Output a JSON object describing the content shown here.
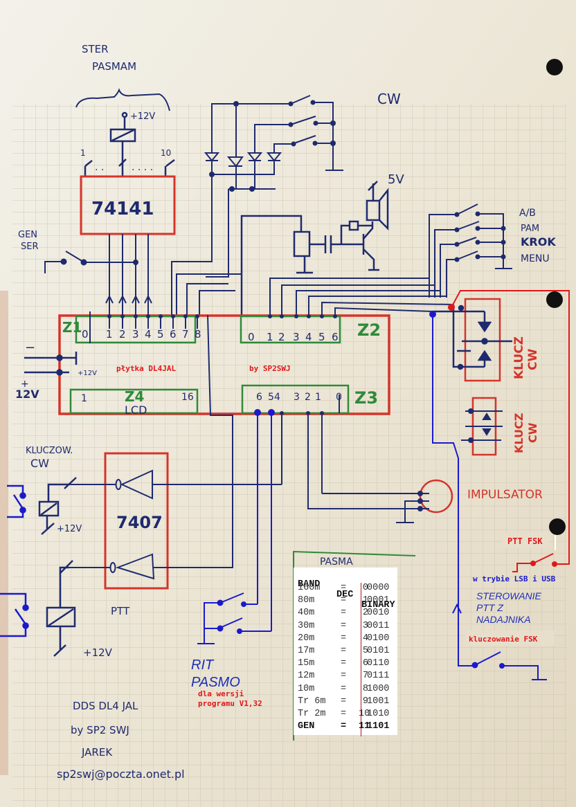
{
  "title": "DDS DL4JAL schematic",
  "handwritten": {
    "ster_pasmam": [
      "STER",
      "PASMAM"
    ],
    "cw_top": "CW",
    "plus12v_relay": "+12V",
    "pin_1": "1",
    "pin_10": "10",
    "ic_74141": "74141",
    "gen_ser": [
      "GEN",
      "SER"
    ],
    "five_volt": "5V",
    "switch_labels": [
      "A/B",
      "PAM",
      "KROK",
      "MENU"
    ],
    "connector_z1": "Z1",
    "connector_z2": "Z2",
    "connector_z3": "Z3",
    "connector_z4": "Z4",
    "lcd": "LCD",
    "z1_pins": [
      "0",
      "1",
      "2",
      "3",
      "4",
      "5",
      "6",
      "7",
      "8"
    ],
    "z2_pins": [
      "0",
      "1",
      "2",
      "3",
      "4",
      "5",
      "6"
    ],
    "z3_pins": [
      "6",
      "5",
      "4",
      "3",
      "2",
      "1",
      "0"
    ],
    "z4_pins": [
      "1",
      "16"
    ],
    "minus": "−",
    "plus12v_supply_a": "+12V",
    "plus": "+",
    "twelve_v": "12V",
    "klucz_cw_1": [
      "KLUCZ",
      "CW"
    ],
    "klucz_cw_2": [
      "KLUCZ",
      "CW"
    ],
    "kluczow_cw": [
      "KLUCZOW.",
      "CW"
    ],
    "ic_7407": "7407",
    "plus12v_cw": "+12V",
    "ptt": "PTT",
    "plus12v_ptt": "+12V",
    "impulsator": "IMPULSATOR",
    "pasma": "PASMA",
    "footer": [
      "DDS  DL4 JAL",
      "by SP2 SWJ",
      "JAREK",
      "sp2swj@poczta.onet.pl"
    ]
  },
  "annotations": {
    "plytka": "płytka DL4JAL",
    "by": "by SP2SWJ",
    "ptt_fsk": "PTT FSK",
    "lsb_usb": "w trybie LSB i USB",
    "sterowanie": [
      "STEROWANIE",
      "PTT Z",
      "NADAJNIKA"
    ],
    "kluczowanie_fsk": "kluczowanie FSK",
    "rit": "RIT",
    "pasmo": "PASMO",
    "version": [
      "dla wersji",
      "programu V1,32"
    ]
  },
  "band_table": {
    "headers": [
      "BAND",
      "DEC",
      "BINARY"
    ],
    "rows": [
      {
        "band": "160m",
        "eq": "=",
        "dec": "0",
        "bin": "0000"
      },
      {
        "band": "80m",
        "eq": "=",
        "dec": "1",
        "bin": "0001"
      },
      {
        "band": "40m",
        "eq": "=",
        "dec": "2",
        "bin": "0010"
      },
      {
        "band": "30m",
        "eq": "=",
        "dec": "3",
        "bin": "0011"
      },
      {
        "band": "20m",
        "eq": "=",
        "dec": "4",
        "bin": "0100"
      },
      {
        "band": "17m",
        "eq": "=",
        "dec": "5",
        "bin": "0101"
      },
      {
        "band": "15m",
        "eq": "=",
        "dec": "6",
        "bin": "0110"
      },
      {
        "band": "12m",
        "eq": "=",
        "dec": "7",
        "bin": "0111"
      },
      {
        "band": "10m",
        "eq": "=",
        "dec": "8",
        "bin": "1000"
      },
      {
        "band": "Tr 6m",
        "eq": "=",
        "dec": "9",
        "bin": "1001"
      },
      {
        "band": "Tr 2m",
        "eq": "=",
        "dec": "10",
        "bin": "1010"
      },
      {
        "band": "GEN",
        "eq": "=",
        "dec": "11",
        "bin": "1101"
      }
    ]
  },
  "colors": {
    "paper": "#e9e3d3",
    "grid": "#cfc6b0",
    "ink": "#1e2a6e",
    "red_ink": "#d4342a",
    "green_ink": "#2f8a3a",
    "overlay_red": "#e01818",
    "overlay_blue": "#1a1acc"
  }
}
